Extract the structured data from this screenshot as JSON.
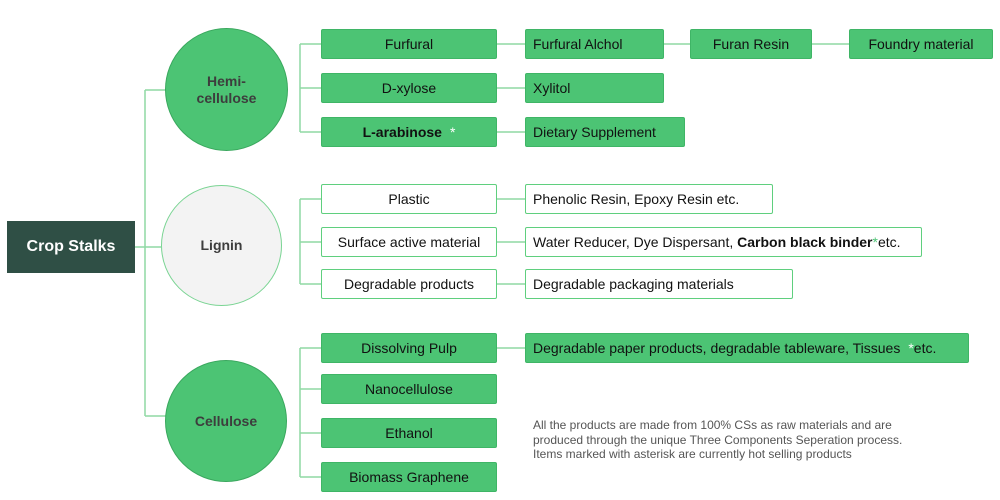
{
  "root": {
    "label": "Crop Stalks"
  },
  "branches": {
    "hemicellulose": {
      "label_line1": "Hemi-",
      "label_line2": "cellulose",
      "items": {
        "furfural": {
          "label": "Furfural",
          "chain": [
            "Furfural Alchol",
            "Furan Resin",
            "Foundry material"
          ]
        },
        "d_xylose": {
          "label": "D-xylose",
          "chain": [
            "Xylitol"
          ]
        },
        "l_arabinose": {
          "label": "L-arabinose",
          "star": "*",
          "chain": [
            "Dietary Supplement"
          ]
        }
      }
    },
    "lignin": {
      "label": "Lignin",
      "items": {
        "plastic": {
          "label": "Plastic",
          "product": "Phenolic Resin, Epoxy Resin etc."
        },
        "surface_active": {
          "label": "Surface active material",
          "product_prefix": "Water Reducer, Dye Dispersant,",
          "product_bold": "Carbon black binder",
          "star": "*",
          "product_suffix": "etc."
        },
        "degradable": {
          "label": "Degradable products",
          "product": "Degradable packaging materials"
        }
      }
    },
    "cellulose": {
      "label": "Cellulose",
      "items": {
        "dissolving_pulp": {
          "label": "Dissolving Pulp",
          "product_prefix": "Degradable paper products, degradable tableware, Tissues",
          "star": "*",
          "product_suffix": "etc."
        },
        "nanocellulose": {
          "label": "Nanocellulose"
        },
        "ethanol": {
          "label": "Ethanol"
        },
        "biomass_graphene": {
          "label": "Biomass Graphene"
        }
      }
    }
  },
  "note": {
    "line1": "All the products are made from 100% CSs as raw materials and are",
    "line2": "produced through the unique Three Components Seperation process.",
    "line3": "Items marked with asterisk are currently hot selling products"
  },
  "colors": {
    "root_fill": "#2f4f45",
    "green_fill": "#4cc474",
    "connector": "#8fd9a4",
    "white_fill": "#ffffff"
  }
}
